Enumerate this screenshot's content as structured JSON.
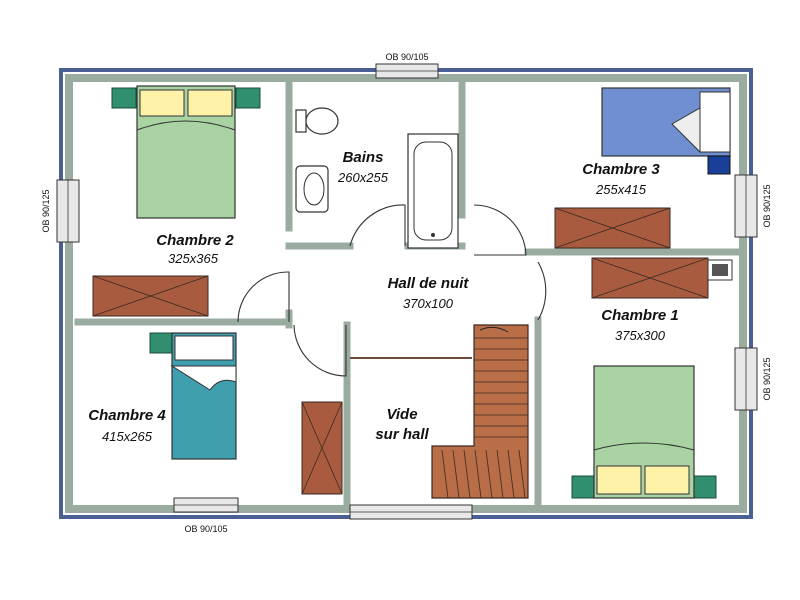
{
  "rooms": {
    "chambre2": {
      "name": "Chambre 2",
      "dim": "325x365"
    },
    "bains": {
      "name": "Bains",
      "dim": "260x255"
    },
    "chambre3": {
      "name": "Chambre 3",
      "dim": "255x415"
    },
    "hall": {
      "name": "Hall de nuit",
      "dim": "370x100"
    },
    "chambre1": {
      "name": "Chambre 1",
      "dim": "375x300"
    },
    "chambre4": {
      "name": "Chambre 4",
      "dim": "415x265"
    },
    "vide": {
      "line1": "Vide",
      "line2": "sur hall"
    }
  },
  "windows": {
    "top": "OB 90/105",
    "left": "OB 90/125",
    "right_upper": "OB 90/125",
    "right_lower": "OB 90/125",
    "bottom": "OB 90/105"
  },
  "colors": {
    "outer_wall": "#4a5f93",
    "inner_wall": "#9aaba0",
    "bed_green": "#a9d3a3",
    "bed_blue": "#6f8fd0",
    "bed_teal": "#3f9fae",
    "wardrobe": "#a95b3f",
    "stairs": "#b96e48"
  }
}
